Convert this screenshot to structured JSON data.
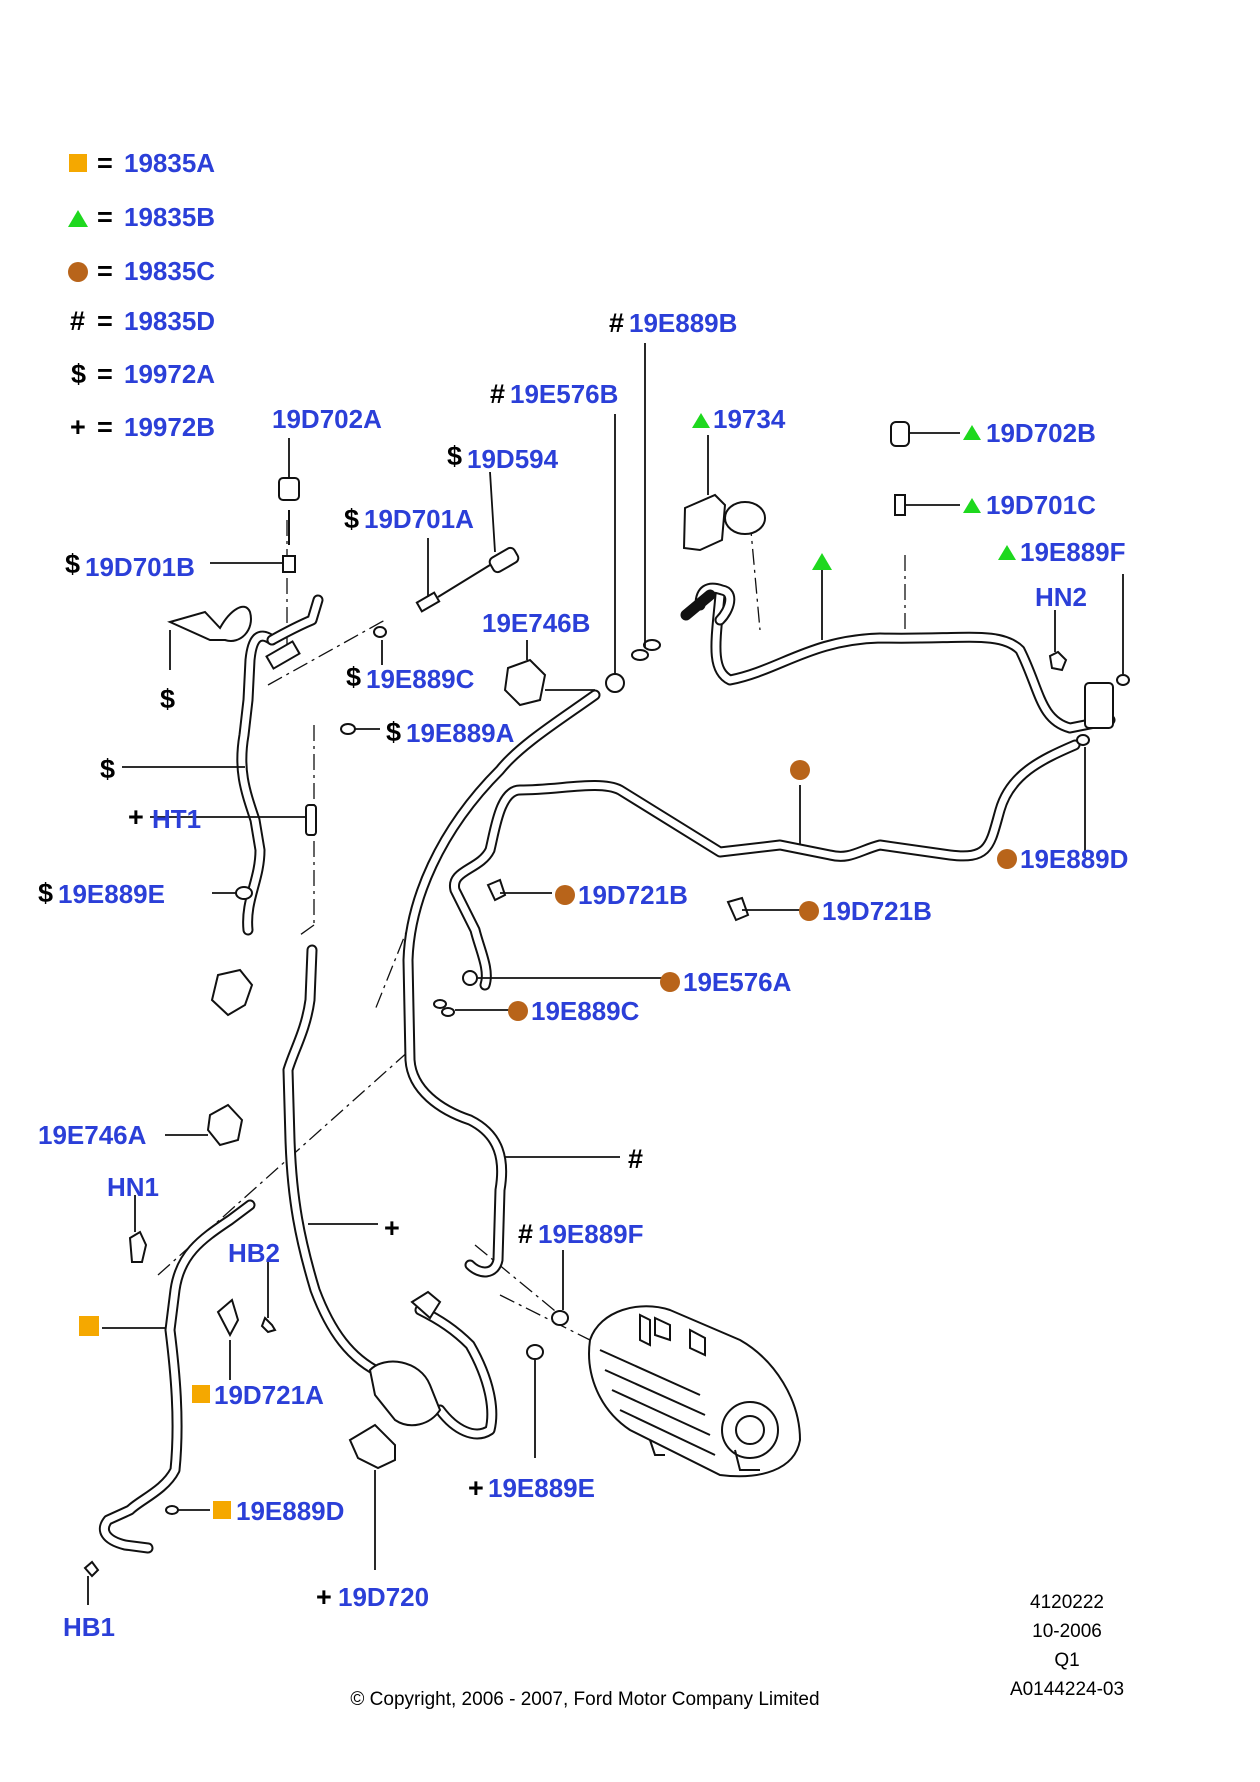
{
  "colors": {
    "label_blue": "#2b3fd8",
    "square_orange": "#f5a800",
    "triangle_green": "#1ed81e",
    "circle_brown": "#b8641a"
  },
  "legend": [
    {
      "marker": "square",
      "eq": "=",
      "code": "19835A"
    },
    {
      "marker": "triangle",
      "eq": "=",
      "code": "19835B"
    },
    {
      "marker": "circle",
      "eq": "=",
      "code": "19835C"
    },
    {
      "marker": "#",
      "eq": "=",
      "code": "19835D"
    },
    {
      "marker": "$",
      "eq": "=",
      "code": "19972A"
    },
    {
      "marker": "+",
      "eq": "=",
      "code": "19972B"
    }
  ],
  "callouts": {
    "19D702A": {
      "prefix": "",
      "text": "19D702A"
    },
    "19D594": {
      "prefix": "$",
      "text": "19D594"
    },
    "19D701A": {
      "prefix": "$",
      "text": "19D701A"
    },
    "19D701B": {
      "prefix": "$",
      "text": "19D701B"
    },
    "dollar_bracket": {
      "prefix": "$",
      "text": ""
    },
    "19E889C_top": {
      "prefix": "$",
      "text": "19E889C"
    },
    "19E889A": {
      "prefix": "$",
      "text": "19E889A"
    },
    "dollar_pipe": {
      "prefix": "$",
      "text": ""
    },
    "HT1": {
      "prefix": "+",
      "text": "HT1"
    },
    "19E889E_left": {
      "prefix": "$",
      "text": "19E889E"
    },
    "19E576B": {
      "prefix": "#",
      "text": "19E576B"
    },
    "19E889B": {
      "prefix": "#",
      "text": "19E889B"
    },
    "19E746B": {
      "prefix": "",
      "text": "19E746B"
    },
    "19734": {
      "prefix": "triangle",
      "text": "19734"
    },
    "19D702B": {
      "prefix": "triangle",
      "text": "19D702B"
    },
    "19D701C": {
      "prefix": "triangle",
      "text": "19D701C"
    },
    "19E889F_right": {
      "prefix": "triangle",
      "text": "19E889F"
    },
    "HN2": {
      "prefix": "",
      "text": "HN2"
    },
    "19E889D_right": {
      "prefix": "circle",
      "text": "19E889D"
    },
    "19D721B_a": {
      "prefix": "circle",
      "text": "19D721B"
    },
    "19D721B_b": {
      "prefix": "circle",
      "text": "19D721B"
    },
    "19E576A": {
      "prefix": "circle",
      "text": "19E576A"
    },
    "19E889C_mid": {
      "prefix": "circle",
      "text": "19E889C"
    },
    "hash_hose": {
      "prefix": "#",
      "text": ""
    },
    "19E746A": {
      "prefix": "",
      "text": "19E746A"
    },
    "HN1": {
      "prefix": "",
      "text": "HN1"
    },
    "HB2": {
      "prefix": "",
      "text": "HB2"
    },
    "square_hose": {
      "prefix": "square",
      "text": ""
    },
    "19D721A": {
      "prefix": "square",
      "text": "19D721A"
    },
    "19E889D_left": {
      "prefix": "square",
      "text": "19E889D"
    },
    "HB1": {
      "prefix": "",
      "text": "HB1"
    },
    "plus_hose": {
      "prefix": "+",
      "text": ""
    },
    "19E889F_mid": {
      "prefix": "#",
      "text": "19E889F"
    },
    "19E889E_bottom": {
      "prefix": "+",
      "text": "19E889E"
    },
    "19D720": {
      "prefix": "+",
      "text": "19D720"
    }
  },
  "footer": {
    "ref": "4120222",
    "date": "10-2006",
    "quarter": "Q1",
    "drawing_id": "A0144224-03",
    "copyright": "© Copyright, 2006 - 2007, Ford Motor Company Limited"
  }
}
